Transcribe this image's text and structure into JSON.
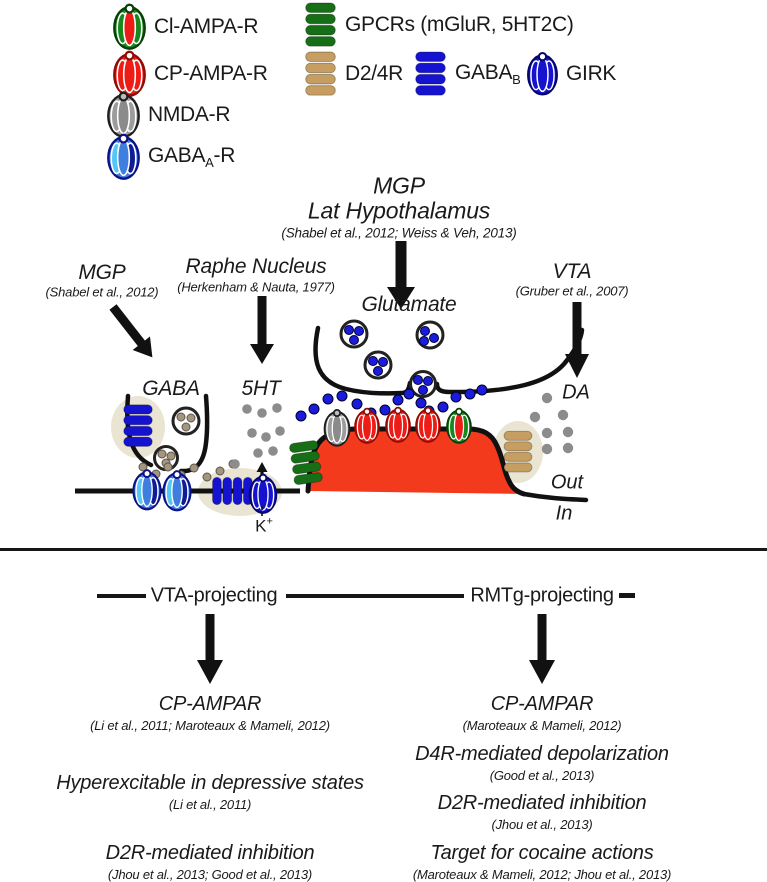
{
  "legend": {
    "items": [
      {
        "icon": "cl-ampa-receptor-icon",
        "label": "Cl-AMPA-R"
      },
      {
        "icon": "cp-ampa-receptor-icon",
        "label": "CP-AMPA-R"
      },
      {
        "icon": "nmda-receptor-icon",
        "label": "NMDA-R"
      },
      {
        "icon": "gabaa-receptor-icon",
        "label_main": "GABA",
        "label_sub": "A",
        "label_suffix": "-R"
      },
      {
        "icon": "gpcr-coil-icon",
        "label": "GPCRs (mGluR, 5HT2C)"
      },
      {
        "icon": "d24r-coil-icon",
        "label": "D2/4R"
      },
      {
        "icon": "gabab-coil-icon",
        "label_main": "GABA",
        "label_sub": "B",
        "label_suffix": ""
      },
      {
        "icon": "girk-receptor-icon",
        "label": "GIRK"
      }
    ]
  },
  "diagram": {
    "inputs": {
      "top": {
        "name": "MGP",
        "region2": "Lat Hypothalamus",
        "ref": "(Shabel et al., 2012; Weiss & Veh, 2013)"
      },
      "left": {
        "name": "MGP",
        "ref": "(Shabel et al., 2012)"
      },
      "middle": {
        "name": "Raphe Nucleus",
        "ref": "(Herkenham & Nauta, 1977)"
      },
      "right": {
        "name": "VTA",
        "ref": "(Gruber et al., 2007)"
      }
    },
    "transmitters": {
      "gaba": "GABA",
      "serotonin": "5HT",
      "glutamate": "Glutamate",
      "dopamine": "DA"
    },
    "membrane": {
      "out": "Out",
      "in": "In",
      "potassium": "K",
      "potassium_sign": "+"
    }
  },
  "pathways": {
    "left": {
      "title": "VTA-projecting",
      "items": [
        {
          "text": "CP-AMPAR",
          "ref": "(Li et al., 2011; Maroteaux & Mameli, 2012)"
        },
        {
          "text": "Hyperexcitable in depressive states",
          "ref": "(Li et al., 2011)"
        },
        {
          "text": "D2R-mediated inhibition",
          "ref": "(Jhou et al., 2013; Good et al., 2013)"
        }
      ]
    },
    "right": {
      "title": "RMTg-projecting",
      "items": [
        {
          "text": "CP-AMPAR",
          "ref": "(Maroteaux & Mameli, 2012)"
        },
        {
          "text": "D4R-mediated depolarization",
          "ref": "(Good et al., 2013)"
        },
        {
          "text": "D2R-mediated inhibition",
          "ref": "(Jhou et al., 2013)"
        },
        {
          "text": "Target for cocaine actions",
          "ref": "(Maroteaux & Mameli, 2012; Jhou et al., 2013)"
        }
      ]
    }
  },
  "colors": {
    "red": "#ee2016",
    "spine_red": "#f43a1d",
    "green": "#18881c",
    "coil_green": "#166e16",
    "blue": "#1513cf",
    "light_blue": "#55c7f5",
    "mid_blue": "#3d7ede",
    "navy": "#101b96",
    "tan": "#c79e62",
    "gray": "#8c8c8c",
    "glow": "#e9e5d2",
    "ink": "#111111"
  }
}
